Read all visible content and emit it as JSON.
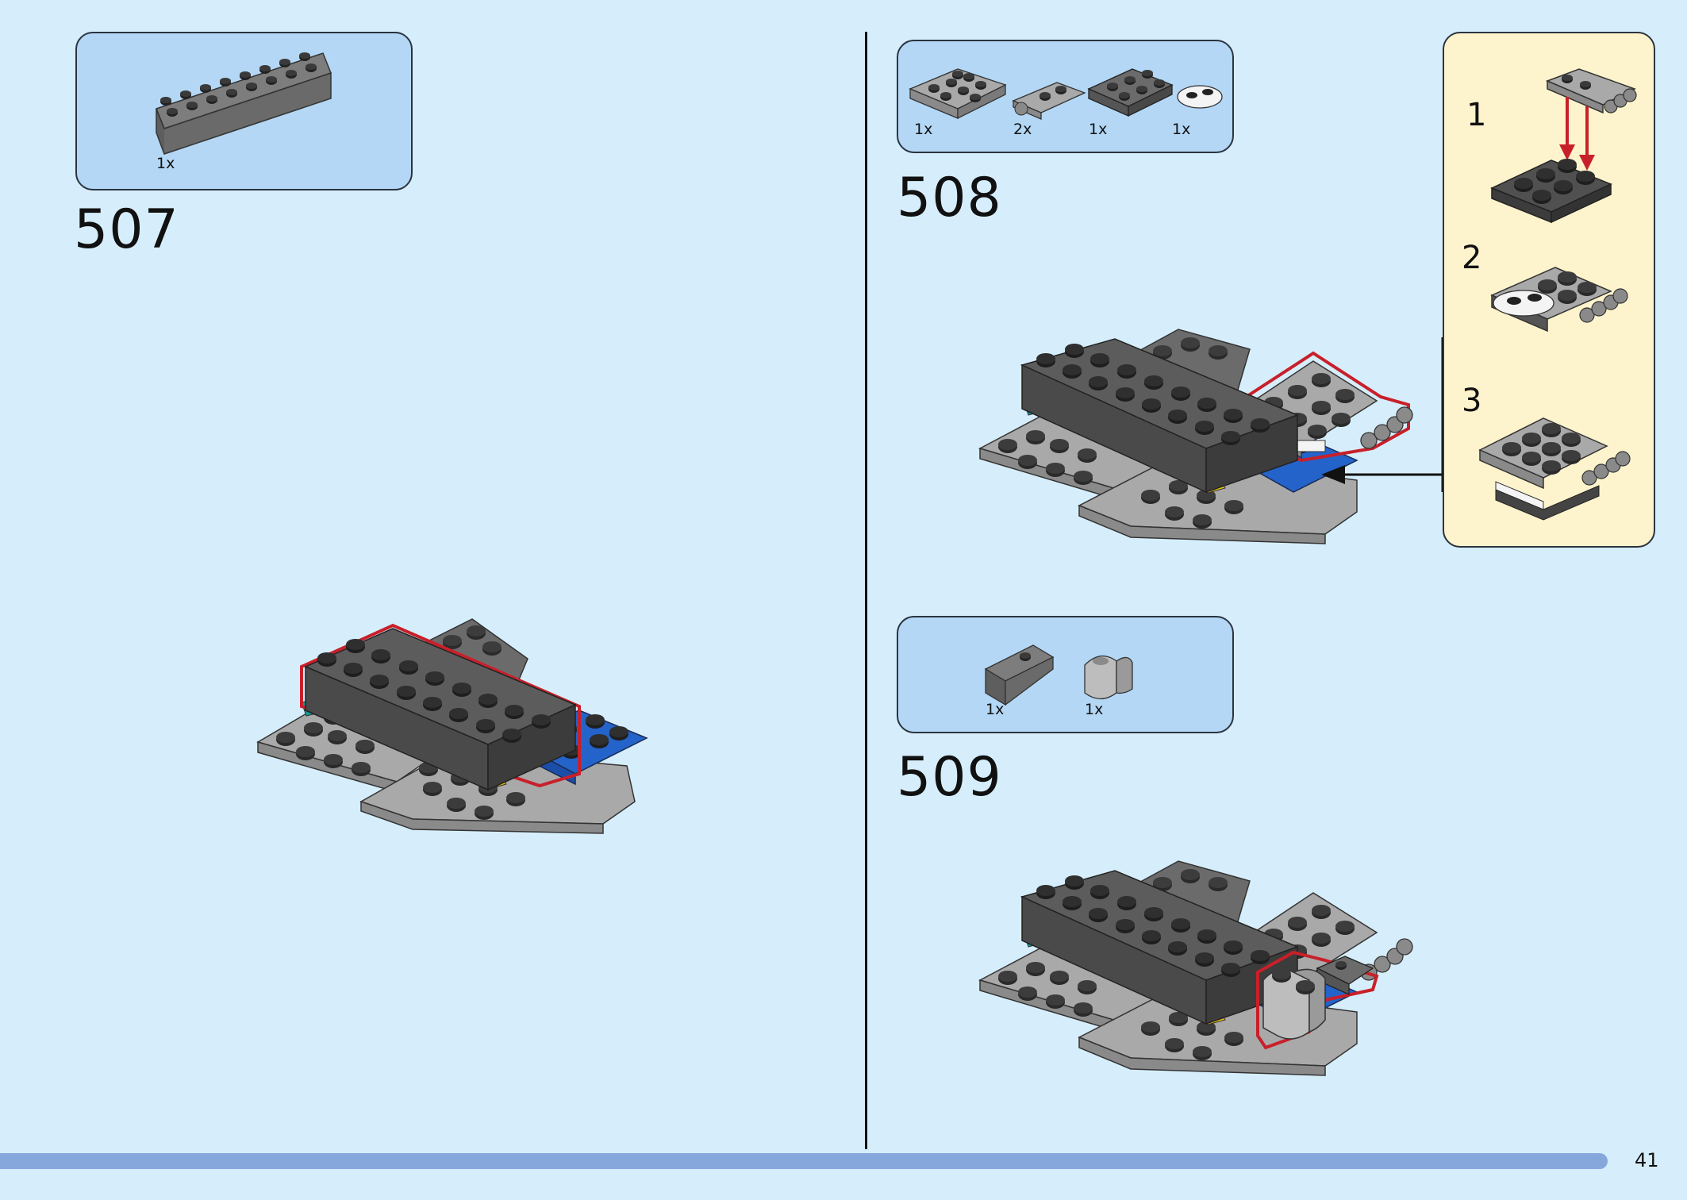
{
  "steps": {
    "s507": {
      "number": "507",
      "parts": [
        {
          "qty": "1x"
        }
      ]
    },
    "s508": {
      "number": "508",
      "parts": [
        {
          "qty": "1x"
        },
        {
          "qty": "2x"
        },
        {
          "qty": "1x"
        },
        {
          "qty": "1x"
        }
      ]
    },
    "s509": {
      "number": "509",
      "parts": [
        {
          "qty": "1x"
        },
        {
          "qty": "1x"
        }
      ]
    }
  },
  "substeps": [
    {
      "number": "1"
    },
    {
      "number": "2"
    },
    {
      "number": "3"
    }
  ],
  "page_number": "41",
  "colors": {
    "background": "#d6eefb",
    "parts_box": "#b3d7f5",
    "substep_box": "#fdf3cc",
    "highlight": "#c8202a",
    "dark_gray": "#6b6b6b",
    "light_gray": "#a8a8a8",
    "blue": "#1f5fc8",
    "yellow": "#f2c200",
    "teal": "#159c9c",
    "footer_bar": "#86a7dc"
  }
}
